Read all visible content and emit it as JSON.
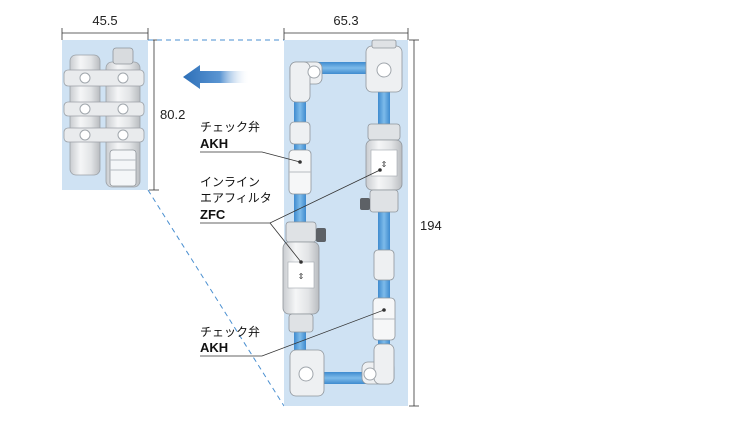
{
  "dimensions": {
    "compact_width": "45.5",
    "compact_height": "80.2",
    "layout_width": "65.3",
    "layout_height": "194"
  },
  "labels": {
    "check_valve_top_jp": "チェック弁",
    "check_valve_top_model": "AKH",
    "inline_filter_jp_1": "インライン",
    "inline_filter_jp_2": "エアフィルタ",
    "inline_filter_model": "ZFC",
    "check_valve_bottom_jp": "チェック弁",
    "check_valve_bottom_model": "AKH"
  },
  "colors": {
    "panel_bg": "#cfe2f3",
    "tube_blue": "#5aa3dc",
    "fitting_white": "#eef0f2",
    "arrow_blue": "#2d6fb8",
    "dashed_line": "#4a8fd0"
  }
}
